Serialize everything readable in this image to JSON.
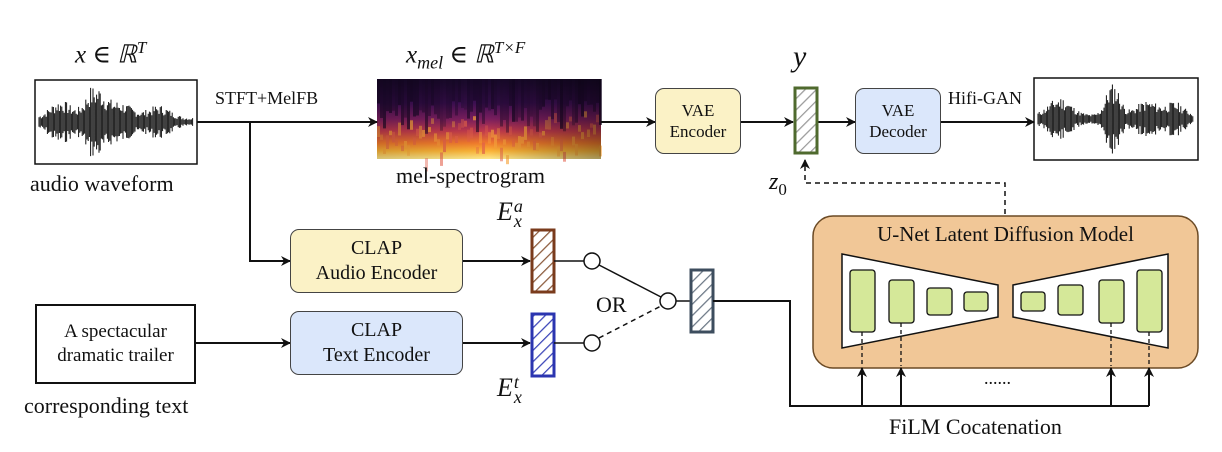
{
  "labels": {
    "x_math": "x ∈ ℝ",
    "x_sup": "T",
    "audio_waveform": "audio waveform",
    "stft": "STFT+MelFB",
    "xmel_base": "x",
    "xmel_sub": "mel",
    "xmel_rest": " ∈ ℝ",
    "xmel_sup": "T×F",
    "mel_spectrogram": "mel-spectrogram",
    "y": "y",
    "z_base": "z",
    "z_sub": "0",
    "hifigan": "Hifi-GAN",
    "ea_base": "E",
    "ea_sup": "a",
    "ea_sub": "x",
    "et_base": "E",
    "et_sup": "t",
    "et_sub": "x",
    "or": "OR",
    "corresponding_text": "corresponding text",
    "film": "FiLM Cocatenation",
    "dots": "......"
  },
  "boxes": {
    "vae_encoder": [
      "VAE",
      "Encoder"
    ],
    "vae_decoder": [
      "VAE",
      "Decoder"
    ],
    "clap_audio": [
      "CLAP",
      "Audio Encoder"
    ],
    "clap_text": [
      "CLAP",
      "Text Encoder"
    ],
    "prompt": [
      "A spectacular",
      "dramatic trailer"
    ],
    "unet_title": "U-Net Latent Diffusion Model"
  },
  "colors": {
    "yellow_box": "#fbf2c6",
    "blue_box": "#dbe7fb",
    "unet_bg": "#f1c797",
    "unet_block": "#d5e899",
    "latent_y": "#4f6a2e",
    "audio_embed": "#7a3b1c",
    "text_embed": "#2b35b0",
    "selected_embed": "#3d4d5e"
  }
}
